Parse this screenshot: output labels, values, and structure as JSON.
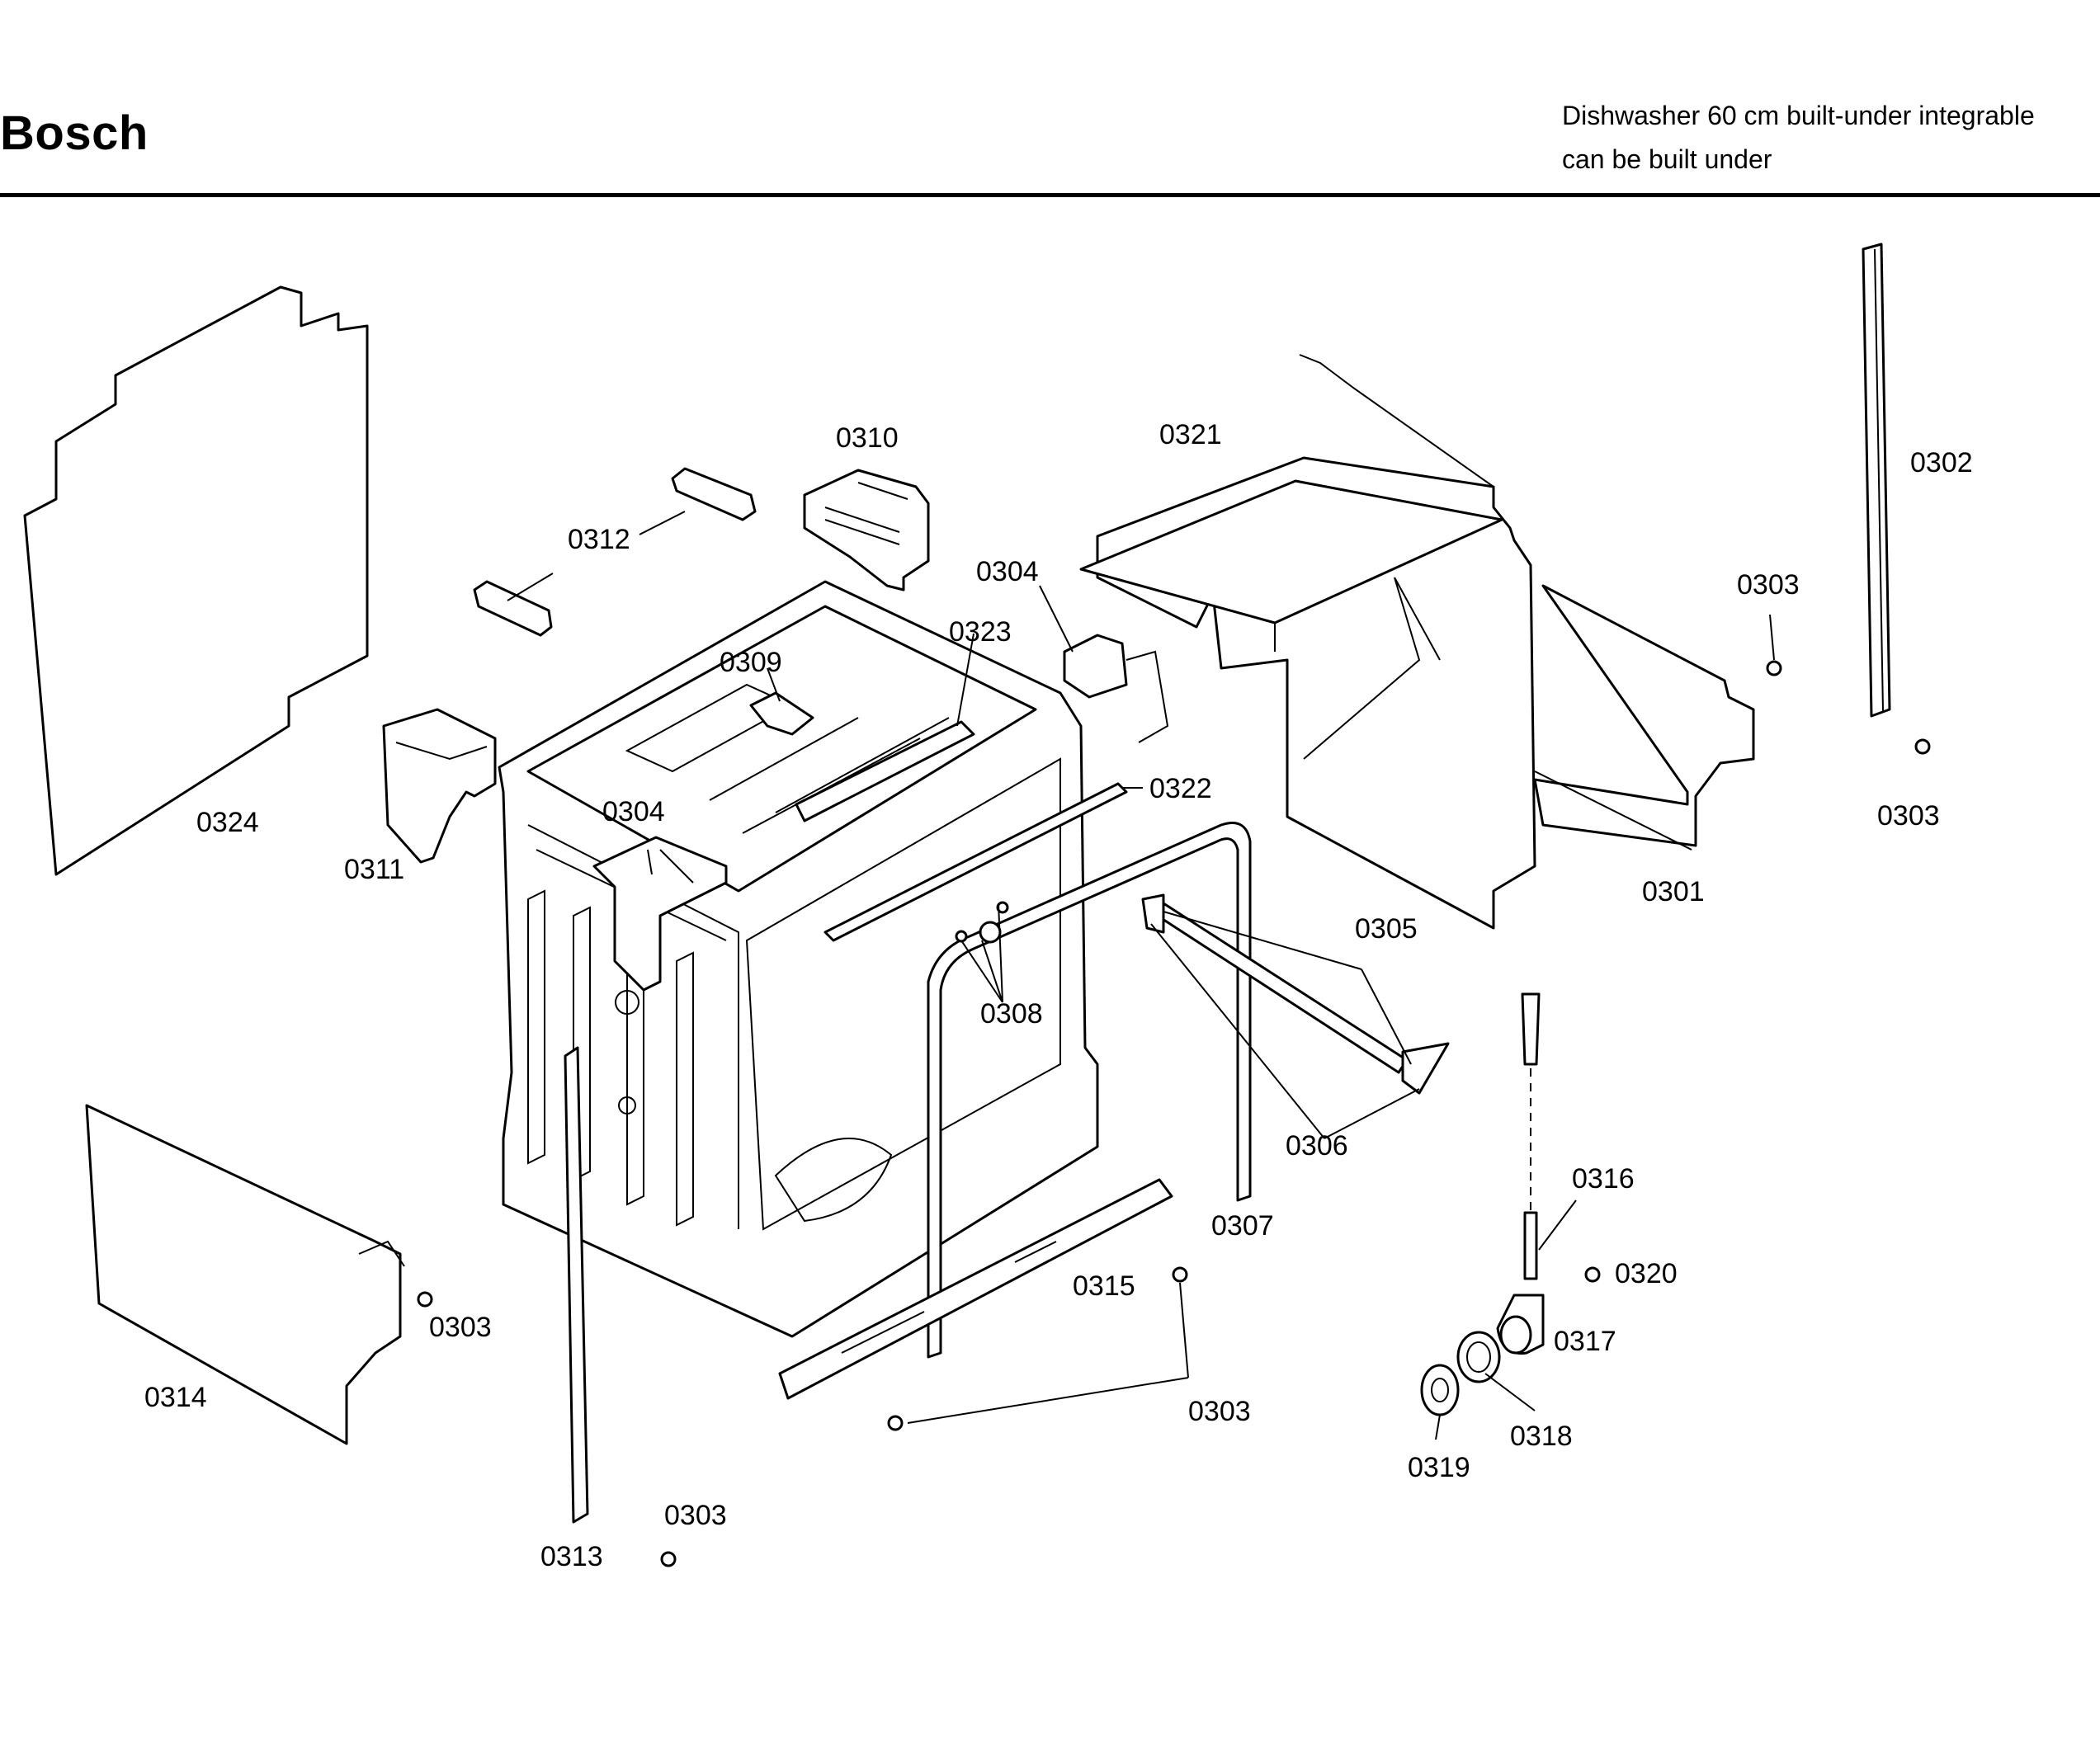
{
  "header": {
    "brand": "Bosch",
    "subtitle_line1": "Dishwasher 60 cm built-under integrable",
    "subtitle_line2": "can be built under"
  },
  "callouts": {
    "p0301": "0301",
    "p0302": "0302",
    "p0303": "0303",
    "p0304": "0304",
    "p0305": "0305",
    "p0306": "0306",
    "p0307": "0307",
    "p0308": "0308",
    "p0309": "0309",
    "p0310": "0310",
    "p0311": "0311",
    "p0312": "0312",
    "p0313": "0313",
    "p0314": "0314",
    "p0315": "0315",
    "p0316": "0316",
    "p0317": "0317",
    "p0318": "0318",
    "p0319": "0319",
    "p0320": "0320",
    "p0321": "0321",
    "p0322": "0322",
    "p0323": "0323",
    "p0324": "0324"
  }
}
